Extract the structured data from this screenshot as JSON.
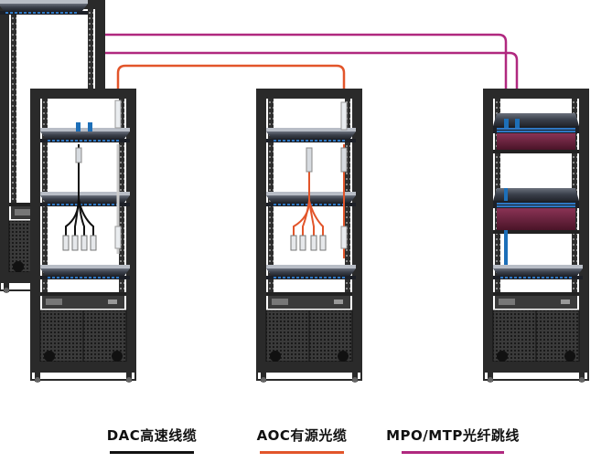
{
  "legend": {
    "dac": {
      "label": "DAC高速线缆",
      "color": "#111111"
    },
    "aoc": {
      "label": "AOC有源光缆",
      "color": "#e2552a"
    },
    "mpo": {
      "label": "MPO/MTP光纤跳线",
      "color": "#b0287f"
    }
  },
  "colors": {
    "cable_mpo": "#b0287f",
    "cable_aoc": "#e2552a",
    "rack_frame": "#2a2a2a",
    "switch_body": "#3a3f4a",
    "port_blue": "#2f78c4",
    "cassette_maroon": "#6a1f3a"
  },
  "racks": [
    {
      "name": "rack-left",
      "contents": [
        "switch",
        "switch",
        "switch",
        "pdu"
      ]
    },
    {
      "name": "rack-middle",
      "contents": [
        "switch",
        "switch",
        "switch",
        "pdu"
      ]
    },
    {
      "name": "rack-right",
      "contents": [
        "fiber-enclosure",
        "fiber-enclosure",
        "switch",
        "pdu"
      ]
    }
  ]
}
